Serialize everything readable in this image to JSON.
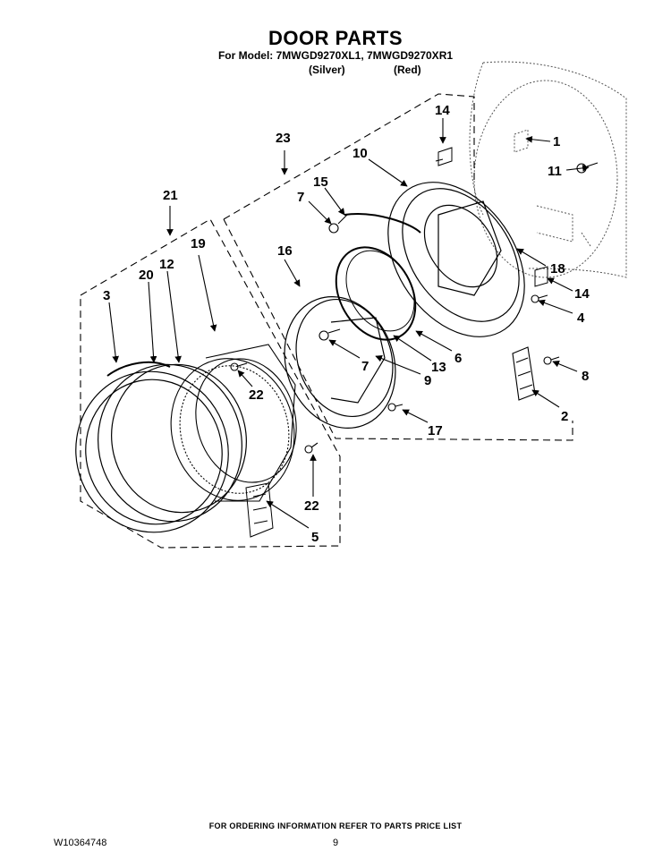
{
  "header": {
    "title": "DOOR PARTS",
    "model_line": "For Model: 7MWGD9270XL1, 7MWGD9270XR1",
    "variants": [
      "(Silver)",
      "(Red)"
    ]
  },
  "callouts": [
    {
      "id": "c1",
      "label": "1"
    },
    {
      "id": "c11",
      "label": "11"
    },
    {
      "id": "c14a",
      "label": "14"
    },
    {
      "id": "c10",
      "label": "10"
    },
    {
      "id": "c23",
      "label": "23"
    },
    {
      "id": "c15",
      "label": "15"
    },
    {
      "id": "c7a",
      "label": "7"
    },
    {
      "id": "c21",
      "label": "21"
    },
    {
      "id": "c19",
      "label": "19"
    },
    {
      "id": "c16",
      "label": "16"
    },
    {
      "id": "c18",
      "label": "18"
    },
    {
      "id": "c14b",
      "label": "14"
    },
    {
      "id": "c4",
      "label": "4"
    },
    {
      "id": "c3",
      "label": "3"
    },
    {
      "id": "c20",
      "label": "20"
    },
    {
      "id": "c12",
      "label": "12"
    },
    {
      "id": "c6",
      "label": "6"
    },
    {
      "id": "c7b",
      "label": "7"
    },
    {
      "id": "c13",
      "label": "13"
    },
    {
      "id": "c9",
      "label": "9"
    },
    {
      "id": "c8",
      "label": "8"
    },
    {
      "id": "c22a",
      "label": "22"
    },
    {
      "id": "c2",
      "label": "2"
    },
    {
      "id": "c17",
      "label": "17"
    },
    {
      "id": "c22b",
      "label": "22"
    },
    {
      "id": "c5",
      "label": "5"
    }
  ],
  "footer": {
    "ordering_info": "FOR ORDERING INFORMATION REFER TO PARTS PRICE LIST",
    "doc_number": "W10364748",
    "page_number": "9"
  }
}
